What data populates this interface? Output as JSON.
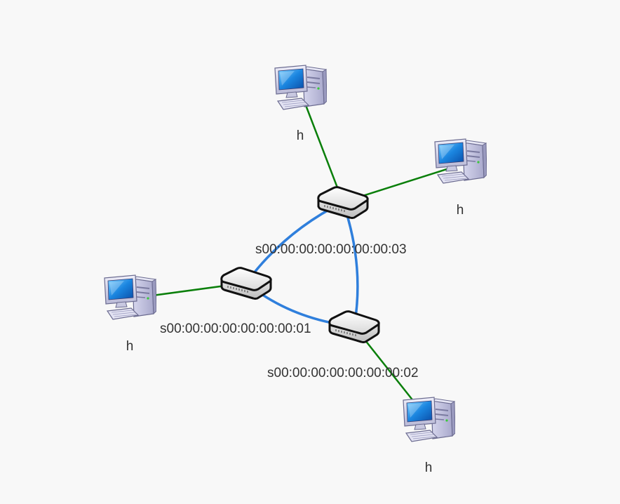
{
  "topology": {
    "colors": {
      "background": "#f8f8f8",
      "switch_link": "#2f7fdc",
      "host_link": "#0a7f0a",
      "label": "#333333"
    },
    "switches": [
      {
        "id": "s1",
        "label": "s00:00:00:00:00:00:00:01",
        "icon": "network-switch-icon"
      },
      {
        "id": "s2",
        "label": "s00:00:00:00:00:00:00:02",
        "icon": "network-switch-icon"
      },
      {
        "id": "s3",
        "label": "s00:00:00:00:00:00:00:03",
        "icon": "network-switch-icon"
      }
    ],
    "hosts": [
      {
        "id": "h-top",
        "label": "h",
        "icon": "desktop-computer-icon",
        "switch": "s3"
      },
      {
        "id": "h-right",
        "label": "h",
        "icon": "desktop-computer-icon",
        "switch": "s3"
      },
      {
        "id": "h-left",
        "label": "h",
        "icon": "desktop-computer-icon",
        "switch": "s1"
      },
      {
        "id": "h-bottom",
        "label": "h",
        "icon": "desktop-computer-icon",
        "switch": "s2"
      }
    ],
    "switch_links": [
      {
        "from": "s1",
        "to": "s3"
      },
      {
        "from": "s1",
        "to": "s2"
      },
      {
        "from": "s3",
        "to": "s2"
      }
    ]
  }
}
